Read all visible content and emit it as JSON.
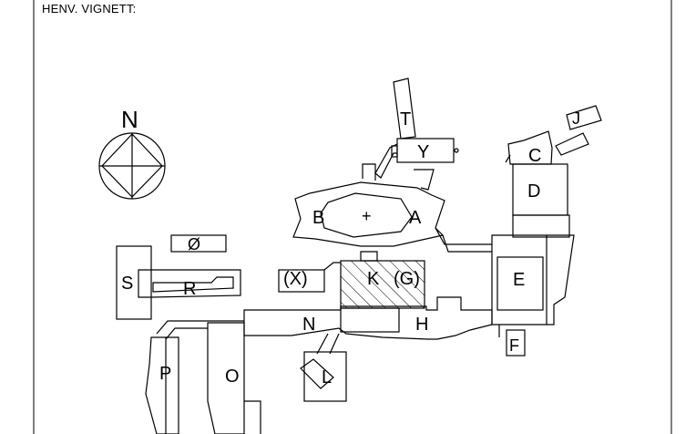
{
  "header": {
    "reference_label": "HENV. VIGNETT:"
  },
  "compass": {
    "label": "N"
  },
  "building_labels": {
    "a": "A",
    "b": "B",
    "c": "C",
    "d": "D",
    "e": "E",
    "f": "F",
    "g": "(G)",
    "h": "H",
    "j": "J",
    "k": "K",
    "l": "L",
    "n": "N",
    "o": "O",
    "p": "P",
    "r": "R",
    "s": "S",
    "t": "T",
    "x": "(X)",
    "y": "Y",
    "oe": "Ø",
    "plus": "+"
  },
  "colors": {
    "line": "#000000",
    "background": "#ffffff"
  }
}
